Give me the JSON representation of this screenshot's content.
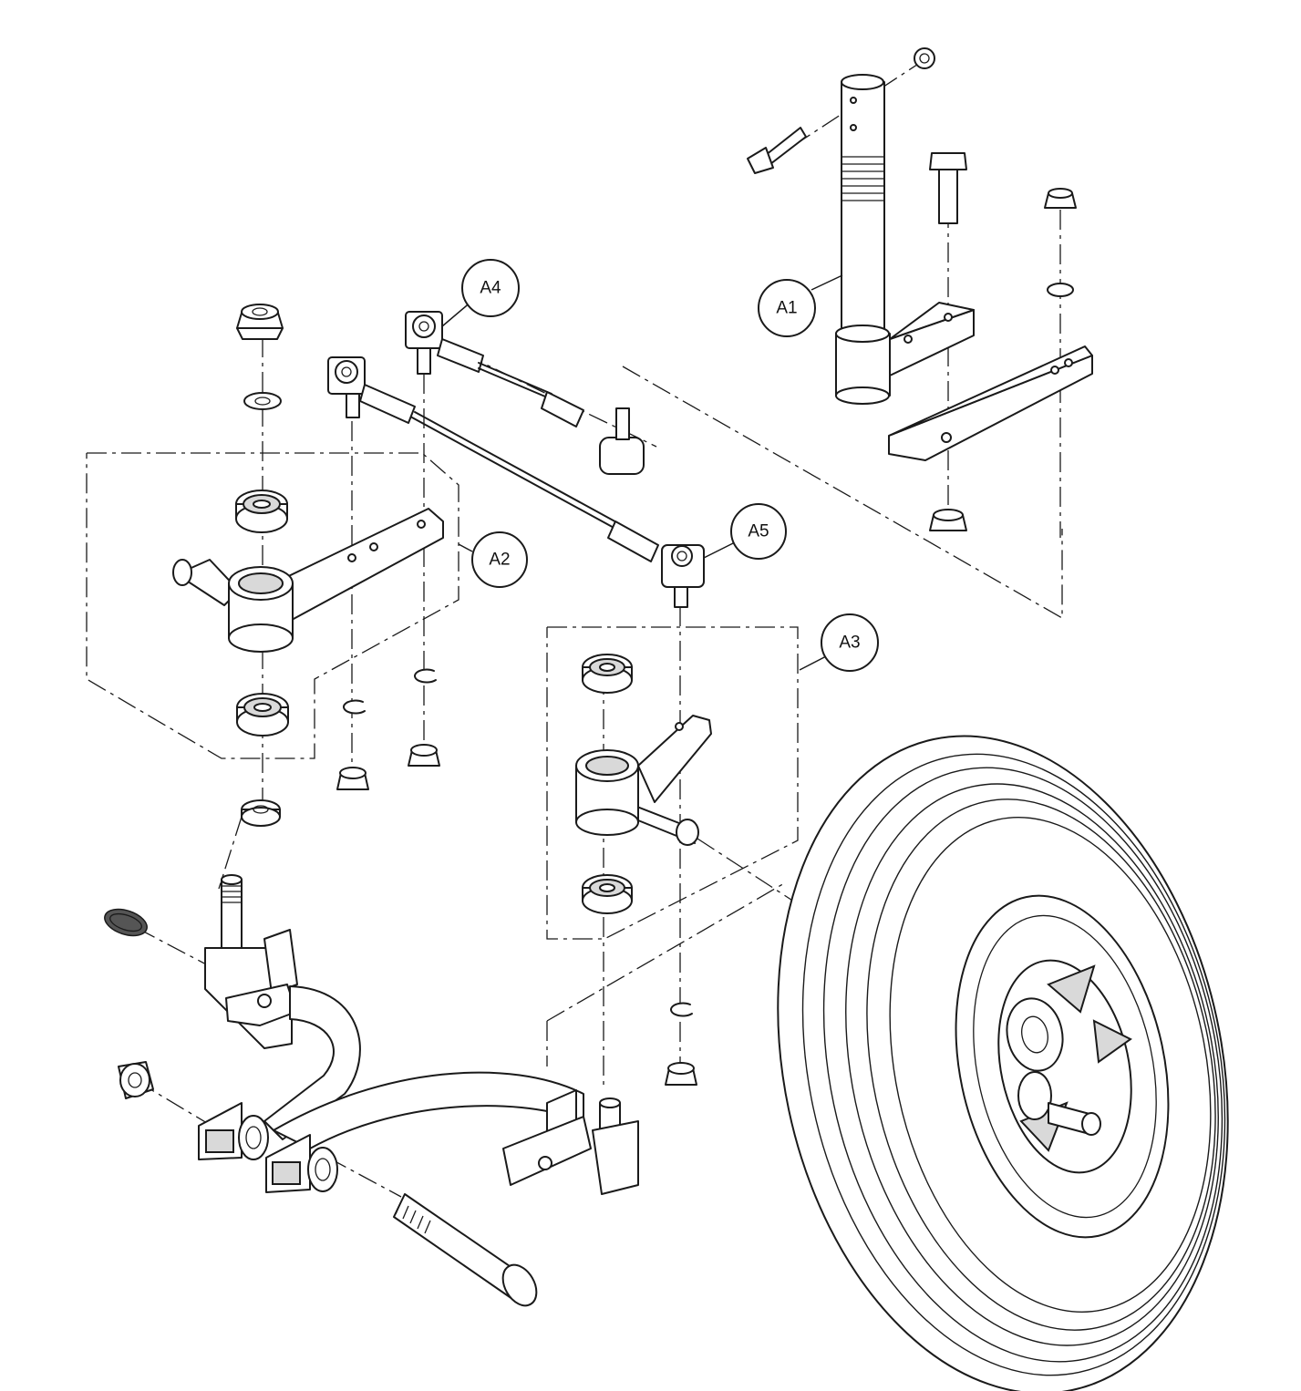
{
  "callouts": [
    {
      "id": "a1",
      "label": "A1"
    },
    {
      "id": "a2",
      "label": "A2"
    },
    {
      "id": "a3",
      "label": "A3"
    },
    {
      "id": "a4",
      "label": "A4"
    },
    {
      "id": "a5",
      "label": "A5"
    }
  ],
  "colors": {
    "line": "#1a1a1a",
    "background": "#ffffff",
    "shade": "#d9d9d9"
  }
}
